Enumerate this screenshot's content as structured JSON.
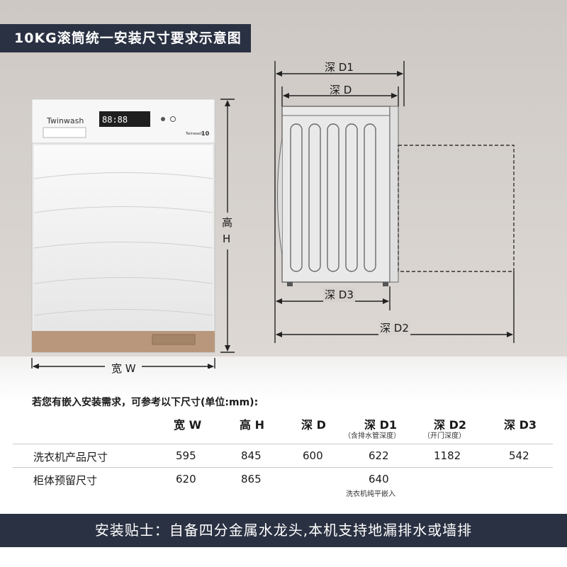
{
  "title": "10KG滚筒统一安装尺寸要求示意图",
  "machine": {
    "brand": "Twinwash",
    "display": "88:88",
    "badge_brand": "Twinwash",
    "badge_capacity": "10"
  },
  "dimension_labels": {
    "depth_d1": "深 D1",
    "depth_d": "深 D",
    "height_char": "高",
    "height_letter": "H",
    "width_w": "宽 W",
    "depth_d3": "深 D3",
    "depth_d2": "深 D2"
  },
  "table": {
    "intro": "若您有嵌入安装需求，可参考以下尺寸(单位:mm):",
    "columns": [
      {
        "label": "宽 W",
        "note": ""
      },
      {
        "label": "高 H",
        "note": ""
      },
      {
        "label": "深 D",
        "note": ""
      },
      {
        "label": "深 D1",
        "note": "（含排水管深度）"
      },
      {
        "label": "深 D2",
        "note": "（开门深度）"
      },
      {
        "label": "深 D3",
        "note": ""
      }
    ],
    "rows": [
      {
        "label": "洗衣机产品尺寸",
        "values": [
          "595",
          "845",
          "600",
          "622",
          "1182",
          "542"
        ]
      },
      {
        "label": "柜体预留尺寸",
        "values": [
          "620",
          "865",
          "",
          "640",
          "",
          ""
        ],
        "note_d1": "洗衣机纯平嵌入"
      }
    ]
  },
  "bottom_note": "安装贴士：自备四分金属水龙头,本机支持地漏排水或墙排",
  "colors": {
    "title_bg": "#2a3142",
    "bottom_bg": "#2a3142",
    "wall": "#d2cdc9",
    "floor": "#f7f7f7"
  }
}
